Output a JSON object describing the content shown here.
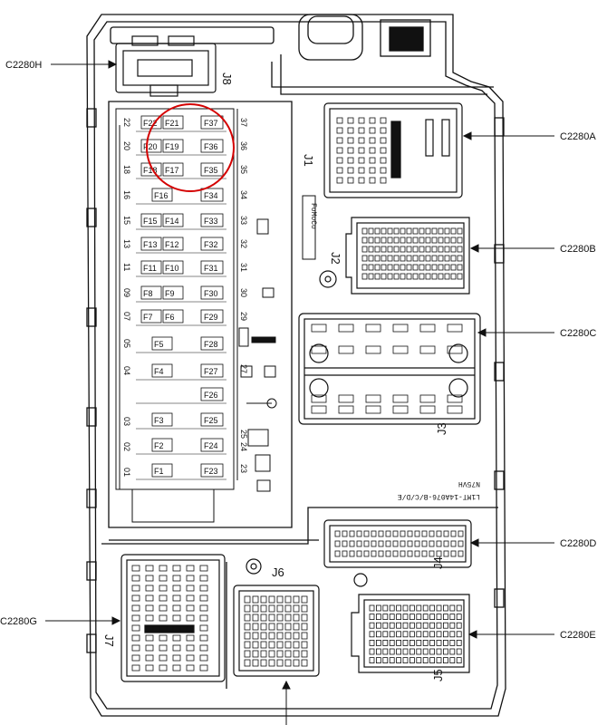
{
  "connectors": {
    "c2280h": "C2280H",
    "c2280a": "C2280A",
    "c2280b": "C2280B",
    "c2280c": "C2280C",
    "c2280d": "C2280D",
    "c2280e": "C2280E",
    "c2280g": "C2280G"
  },
  "junctions": {
    "j1": "J1",
    "j2": "J2",
    "j3": "J3",
    "j4": "J4",
    "j5": "J5",
    "j6": "J6",
    "j7": "J7",
    "j8": "J8"
  },
  "fuse_rows": [
    {
      "left": [
        "F22",
        "F21"
      ],
      "right": "F37"
    },
    {
      "left": [
        "F20",
        "F19"
      ],
      "right": "F36"
    },
    {
      "left": [
        "F18",
        "F17"
      ],
      "right": "F35"
    },
    {
      "left": [
        "F16"
      ],
      "right": "F34"
    },
    {
      "left": [
        "F15",
        "F14"
      ],
      "right": "F33"
    },
    {
      "left": [
        "F13",
        "F12"
      ],
      "right": "F32"
    },
    {
      "left": [
        "F11",
        "F10"
      ],
      "right": "F31"
    },
    {
      "left": [
        "F8",
        "F9"
      ],
      "right": "F30"
    },
    {
      "left": [
        "F7",
        "F6"
      ],
      "right": "F29"
    },
    {
      "left": [
        "F5"
      ],
      "right": "F28"
    },
    {
      "left": [
        "F4"
      ],
      "right": "F27"
    },
    {
      "left": [],
      "right": "F26"
    },
    {
      "left": [
        "F3"
      ],
      "right": "F25"
    },
    {
      "left": [
        "F2"
      ],
      "right": "F24"
    },
    {
      "left": [
        "F1"
      ],
      "right": "F23"
    }
  ],
  "left_slot_numbers": [
    "22",
    "20",
    "18",
    "16",
    "15",
    "13",
    "11",
    "09",
    "07",
    "05",
    "04",
    "03",
    "02",
    "01"
  ],
  "right_slot_numbers": [
    "37",
    "36",
    "35",
    "34",
    "33",
    "32",
    "31",
    "30",
    "29",
    "27",
    "25",
    "24",
    "23"
  ],
  "brand_text": "FoMoCo",
  "part_number": "L1MT-14A076-B/C/D/E",
  "part_number_2": "N75VH",
  "highlight_color": "#d40000"
}
